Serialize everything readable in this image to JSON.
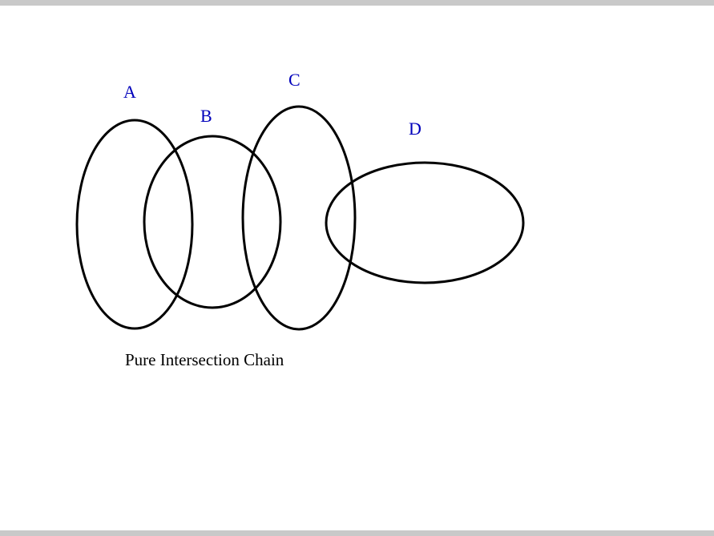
{
  "diagram": {
    "type": "venn-ellipse-chain",
    "caption": "Pure Intersection Chain",
    "labels": [
      {
        "id": "A",
        "text": "A"
      },
      {
        "id": "B",
        "text": "B"
      },
      {
        "id": "C",
        "text": "C"
      },
      {
        "id": "D",
        "text": "D"
      }
    ],
    "relationships": [
      "A intersects B",
      "B intersects C",
      "C intersects D"
    ],
    "colors": {
      "label": "#0000bb",
      "stroke": "#000000",
      "background": "#ffffff",
      "edge_bar": "#c9c9c9"
    }
  }
}
